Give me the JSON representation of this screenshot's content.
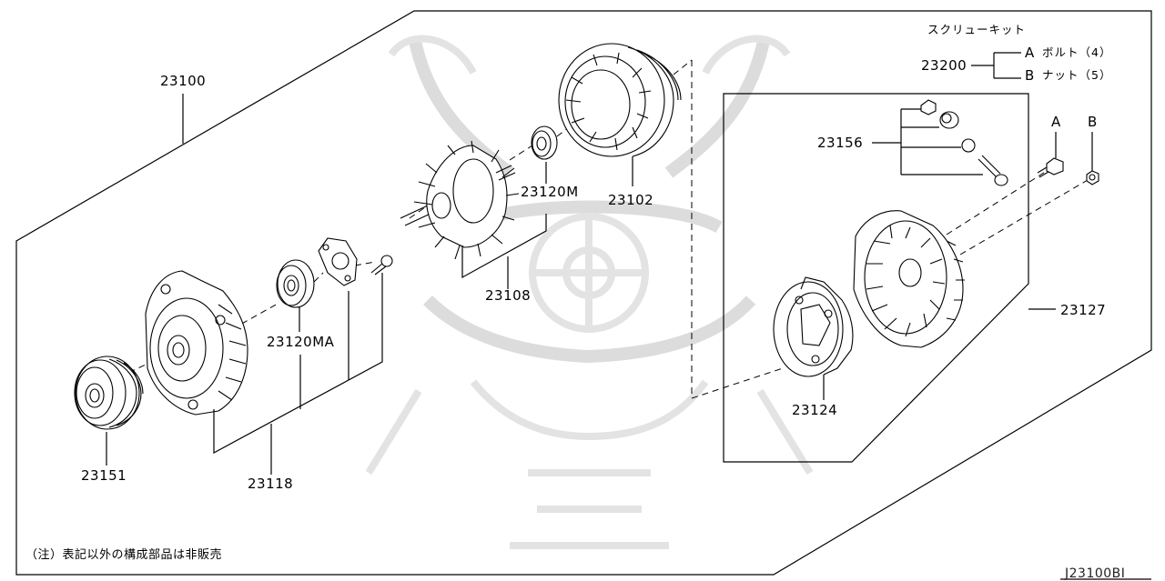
{
  "labels": {
    "p23100": "23100",
    "p23102": "23102",
    "p23120M": "23120M",
    "p23108": "23108",
    "p23120MA": "23120MA",
    "p23118": "23118",
    "p23151": "23151",
    "p23156": "23156",
    "p23127": "23127",
    "p23124": "23124",
    "p23200": "23200"
  },
  "screw_kit": {
    "title": "スクリューキット",
    "a_letter": "A",
    "a_text": "ボルト（4）",
    "b_letter": "B",
    "b_text": "ナット（5）"
  },
  "fastener_letters": {
    "a": "A",
    "b": "B"
  },
  "note": "（注）表記以外の構成部品は非販売",
  "diagram_code": "J23100BI"
}
